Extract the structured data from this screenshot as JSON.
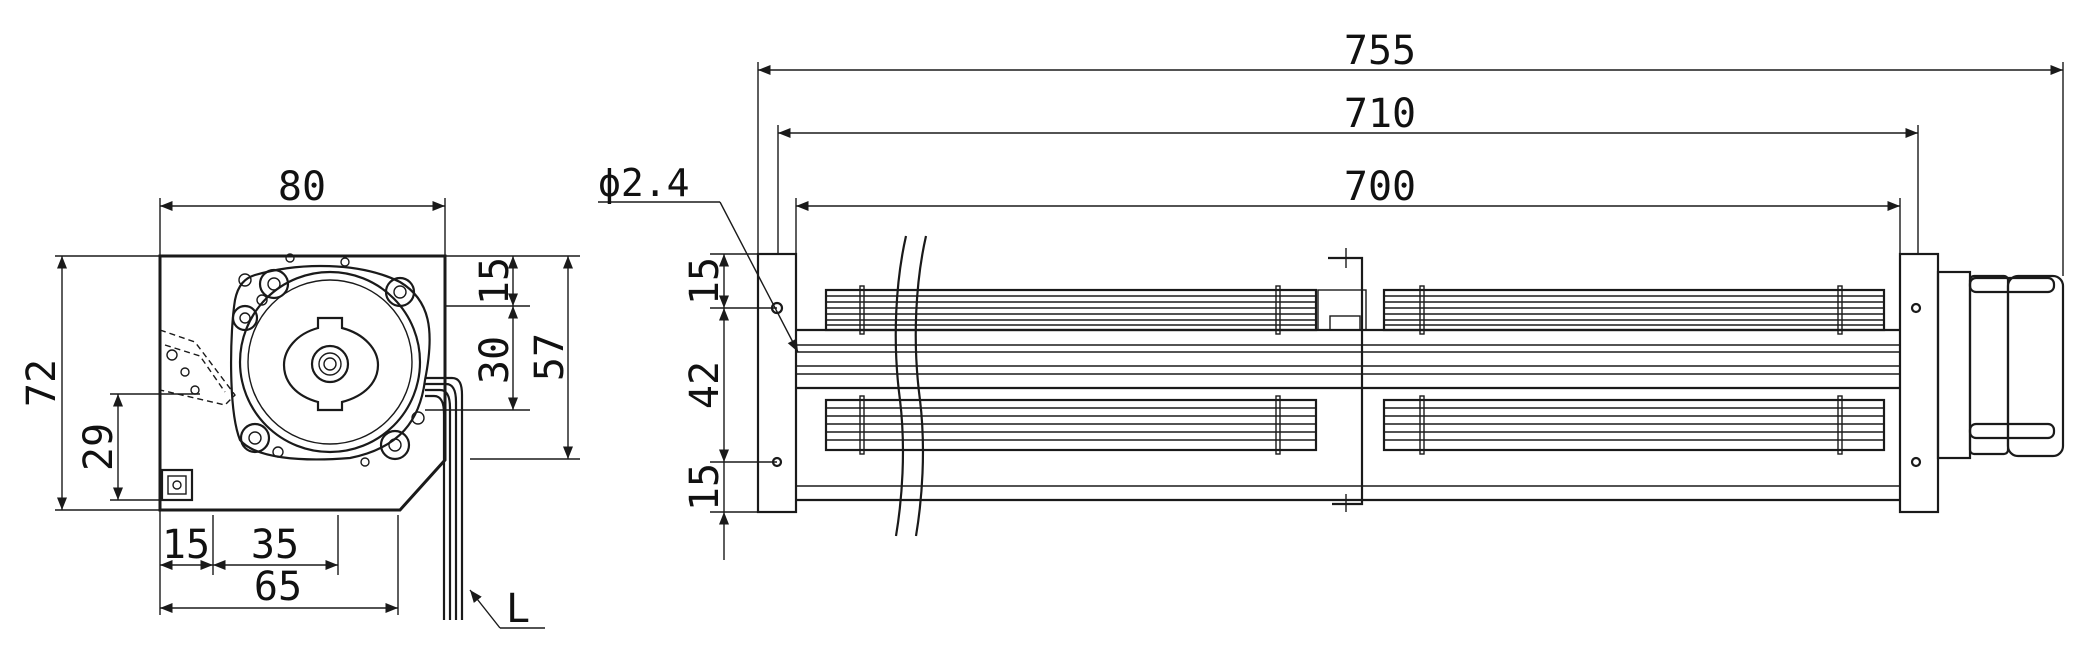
{
  "side_view": {
    "dims": {
      "width_top": "80",
      "height_total": "72",
      "height_29": "29",
      "right_15": "15",
      "right_30": "30",
      "right_57": "57",
      "bottom_15": "15",
      "bottom_35": "35",
      "bottom_65": "65",
      "lead_label": "L"
    }
  },
  "front_view": {
    "dims": {
      "overall": "755",
      "mid": "710",
      "inner": "700",
      "hole_dia": "ϕ2.4",
      "left_15_top": "15",
      "left_42": "42",
      "left_15_bottom": "15"
    }
  },
  "colors": {
    "line": "#1a1a1a",
    "background": "#ffffff"
  }
}
